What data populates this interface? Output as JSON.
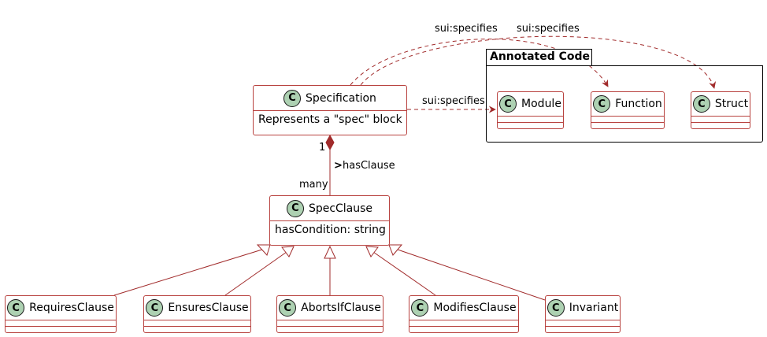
{
  "package": {
    "name": "Annotated Code"
  },
  "classes": {
    "specification": {
      "name": "Specification",
      "badge": "C",
      "attribute": "Represents a \"spec\" block"
    },
    "spec_clause": {
      "name": "SpecClause",
      "badge": "C",
      "attribute": "hasCondition: string"
    },
    "module": {
      "name": "Module",
      "badge": "C"
    },
    "function": {
      "name": "Function",
      "badge": "C"
    },
    "struct": {
      "name": "Struct",
      "badge": "C"
    },
    "requires_clause": {
      "name": "RequiresClause",
      "badge": "C"
    },
    "ensures_clause": {
      "name": "EnsuresClause",
      "badge": "C"
    },
    "aborts_if_clause": {
      "name": "AbortsIfClause",
      "badge": "C"
    },
    "modifies_clause": {
      "name": "ModifiesClause",
      "badge": "C"
    },
    "invariant": {
      "name": "Invariant",
      "badge": "C"
    }
  },
  "relations": {
    "specifies_module": "sui:specifies",
    "specifies_function": "sui:specifies",
    "specifies_struct": "sui:specifies",
    "has_clause": {
      "label": "hasClause",
      "direction_glyph": ">",
      "source_multiplicity": "1",
      "target_multiplicity": "many"
    }
  },
  "colors": {
    "line": "#a12b2b",
    "class_border": "#b8423f",
    "badge_fill": "#add1b2"
  }
}
